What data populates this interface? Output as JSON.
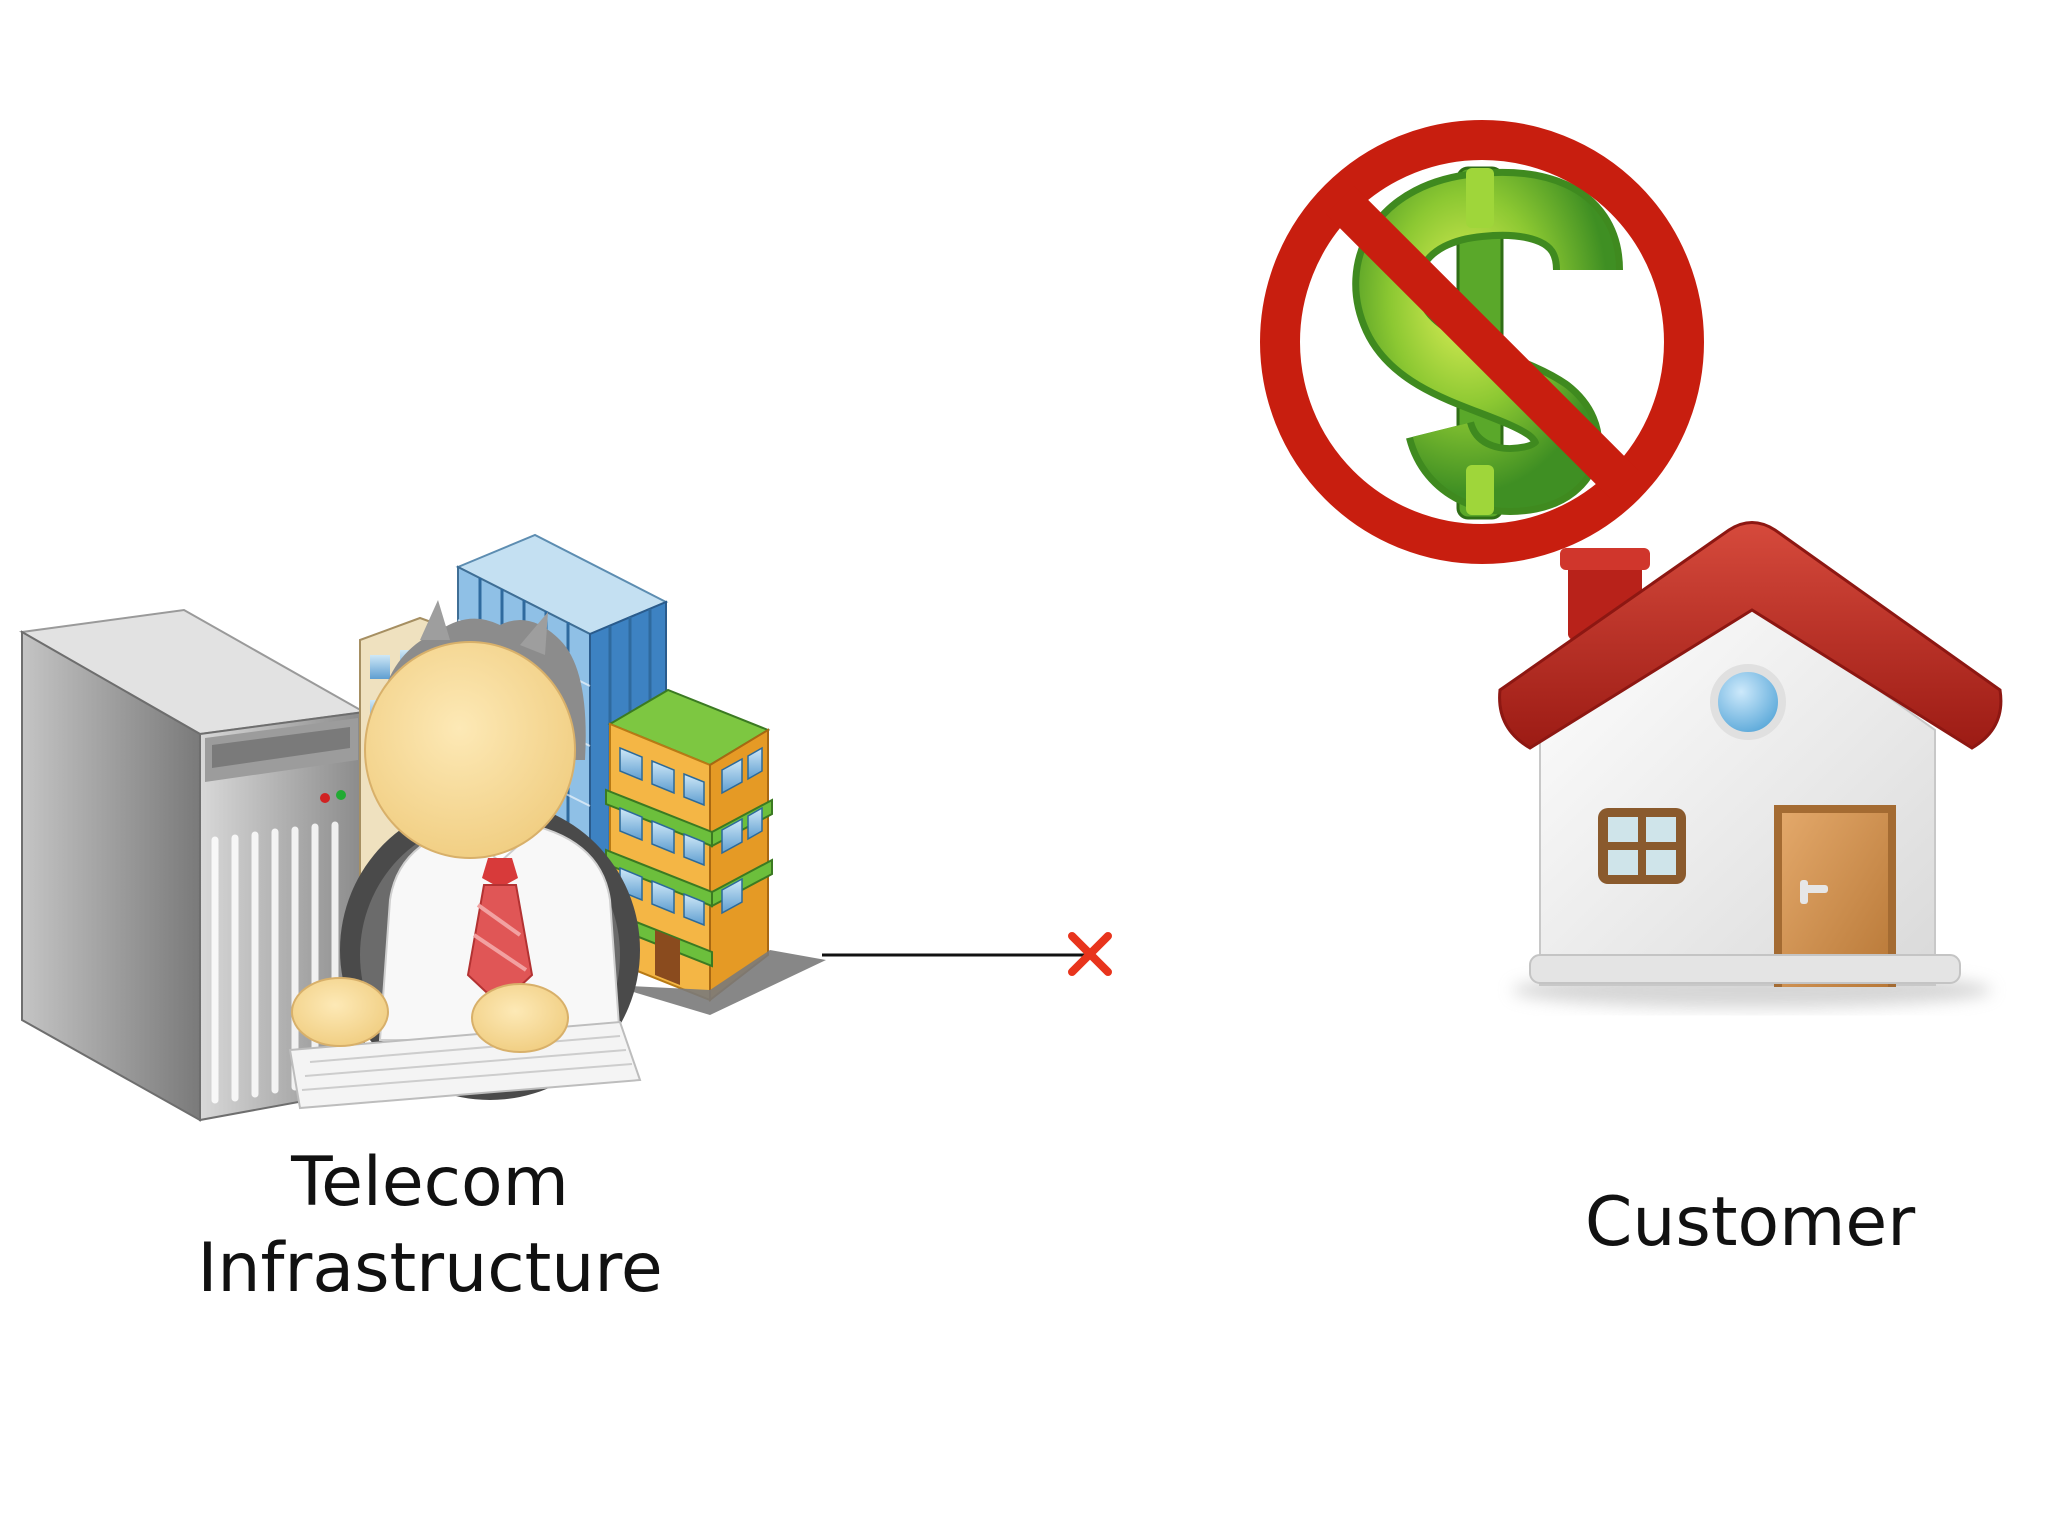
{
  "diagram": {
    "left_node": {
      "label_line1": "Telecom",
      "label_line2": "Infrastructure",
      "icons": [
        "server-tower-icon",
        "office-worker-icon",
        "office-buildings-icon"
      ]
    },
    "right_node": {
      "label": "Customer",
      "icons": [
        "house-icon",
        "no-money-icon"
      ]
    },
    "connection": {
      "state": "broken",
      "end_marker": "x",
      "line_color": "#111111",
      "marker_color": "#e8341c"
    },
    "colors": {
      "prohibition_red": "#c81e0f",
      "dollar_green": "#7cc22a",
      "roof_red": "#b8221a",
      "door_brown": "#c98a4a"
    }
  }
}
